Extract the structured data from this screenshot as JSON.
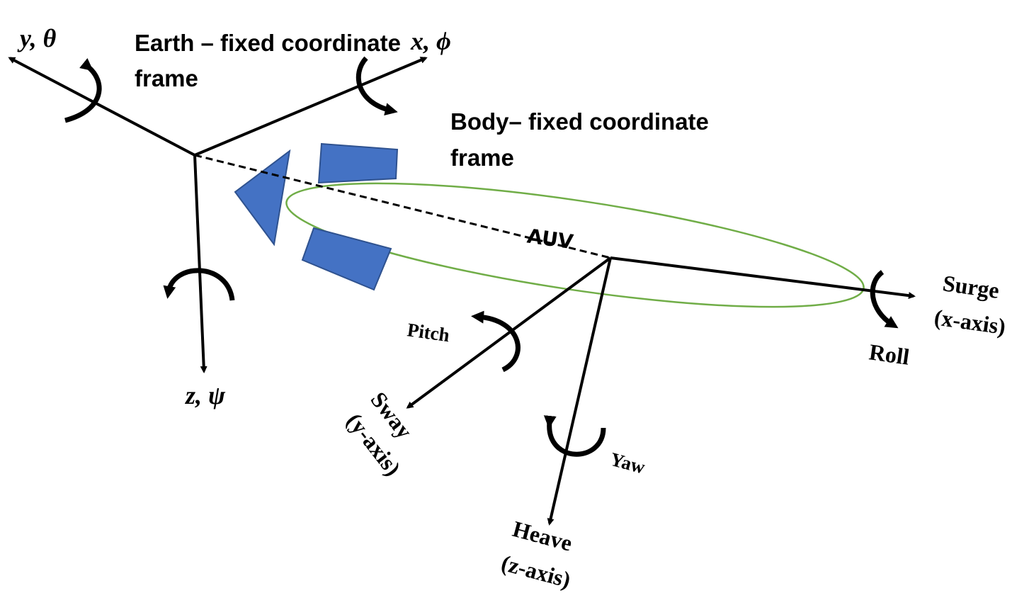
{
  "earth_frame": {
    "title_line1": "Earth – fixed coordinate",
    "title_line2": "frame",
    "x_axis_label": "x, ϕ",
    "y_axis_label": "y, θ",
    "z_axis_label": "z, ψ"
  },
  "body_frame": {
    "title_line1": "Body– fixed coordinate",
    "title_line2": "frame",
    "vehicle_label": "AUV",
    "surge_label": "Surge",
    "surge_axis": "(x-axis)",
    "roll_label": "Roll",
    "sway_label": "Sway",
    "sway_axis": "(y-axis)",
    "pitch_label": "Pitch",
    "heave_label": "Heave",
    "heave_axis": "(z-axis)",
    "yaw_label": "Yaw"
  },
  "colors": {
    "fins": "#4472C4",
    "fin_border": "#2F528F",
    "hull_outline": "#70AD47",
    "axes": "#000000"
  }
}
